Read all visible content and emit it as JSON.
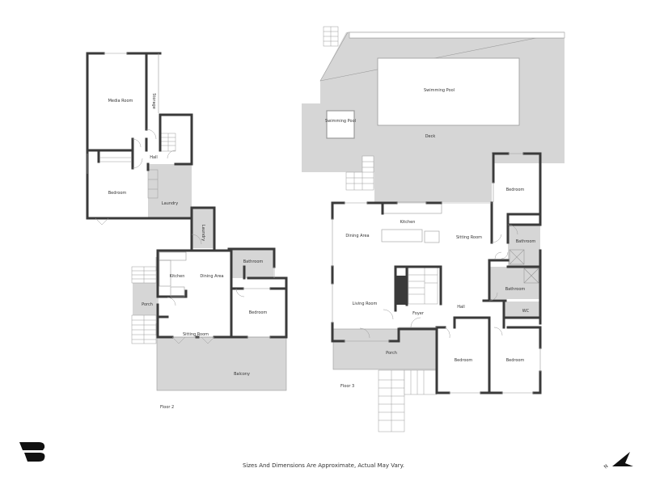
{
  "colors": {
    "wall": "#3a3a3a",
    "floor": "#ffffff",
    "outdoor": "#d6d6d6",
    "wet_room": "#d6d6d6",
    "thin_line": "#9a9a9a",
    "text": "#333333"
  },
  "floor2": {
    "label": "Floor 2",
    "rooms": {
      "media_room": "Media Room",
      "storage": "Storage",
      "hall": "Hall",
      "bedroom_upper": "Bedroom",
      "laundry_upper": "Laundry",
      "laundry_lower": "Laundry",
      "kitchen": "Kitchen",
      "dining_area": "Dining Area",
      "bathroom": "Bathroom",
      "porch": "Porch",
      "bedroom_lower": "Bedroom",
      "sitting_room": "Sitting Room",
      "balcony": "Balcony"
    }
  },
  "floor3": {
    "label": "Floor 3",
    "rooms": {
      "swimming_pool_main": "Swimming Pool",
      "swimming_pool_small": "Swimming Pool",
      "deck": "Deck",
      "bedroom_ne": "Bedroom",
      "kitchen": "Kitchen",
      "dining_area": "Dining Area",
      "sitting_room": "Sitting Room",
      "bathroom_1": "Bathroom",
      "bathroom_2": "Bathroom",
      "living_room": "Living Room",
      "foyer": "Foyer",
      "hall": "Hall",
      "wc": "WC",
      "porch": "Porch",
      "bedroom_sw": "Bedroom",
      "bedroom_se": "Bedroom"
    }
  },
  "footer": {
    "disclaimer": "Sizes And Dimensions Are Approximate, Actual May Vary.",
    "compass_label": "N"
  },
  "icons": {
    "logo": "brand-logo-icon",
    "compass": "north-arrow-icon"
  }
}
